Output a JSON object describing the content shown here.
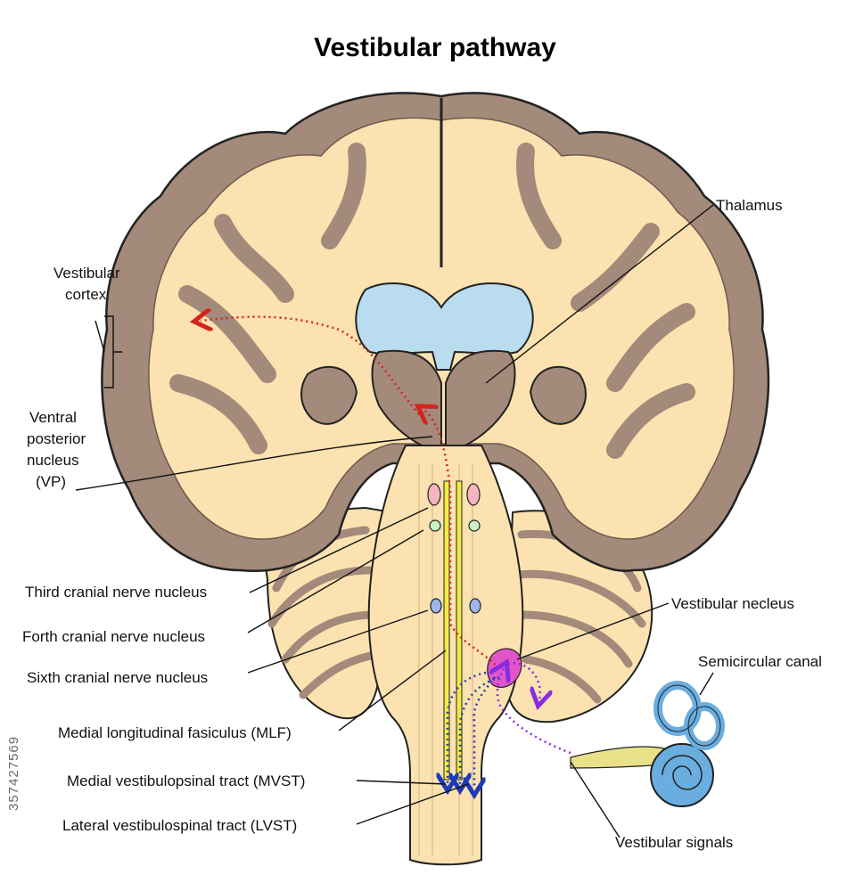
{
  "title": "Vestibular pathway",
  "labels": {
    "vestibular_cortex_line1": "Vestibular",
    "vestibular_cortex_line2": "cortex",
    "ventral_line1": "Ventral",
    "ventral_line2": "posterior",
    "ventral_line3": "nucleus",
    "ventral_line4": "(VP)",
    "thalamus": "Thalamus",
    "third_nucleus": "Third cranial nerve nucleus",
    "fourth_nucleus": "Forth cranial nerve nucleus",
    "sixth_nucleus": "Sixth cranial nerve nucleus",
    "mlf": "Medial longitudinal fasiculus (MLF)",
    "mvst": "Medial vestibulopsinal tract (MVST)",
    "lvst": "Lateral vestibulospinal tract (LVST)",
    "vestibular_nucleus": "Vestibular necleus",
    "semicircular_canal": "Semicircular canal",
    "vestibular_signals": "Vestibular signals"
  },
  "stock_id": "357427569",
  "colors": {
    "cortex": "#a38a7a",
    "white_matter": "#fbe2b0",
    "ventricle": "#b9dcef",
    "vestibular_pathway": "#d4241c",
    "eye_movement_pathway": "#1f3ab8",
    "signal_pathway": "#8a2be2",
    "vestibular_nucleus": "#e056c8",
    "tract": "#f2ea45",
    "inner_ear": "#6aaee0"
  }
}
